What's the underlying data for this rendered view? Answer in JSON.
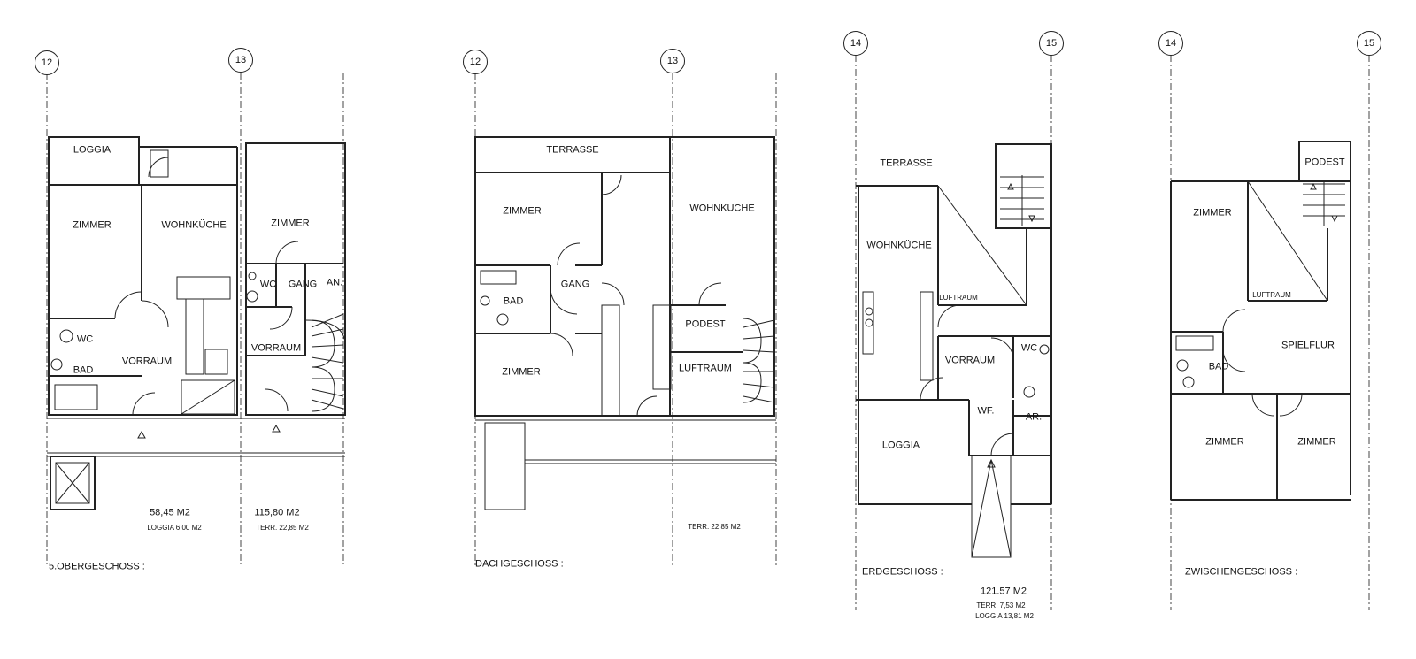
{
  "plans": {
    "obergeschoss": {
      "title": "5.OBERGESCHOSS :",
      "axes": [
        "12",
        "13"
      ],
      "rooms": {
        "loggia": "LOGGIA",
        "zimmer_a": "ZIMMER",
        "wohnkueche": "WOHNKÜCHE",
        "zimmer_b": "ZIMMER",
        "wc_a": "WC",
        "gang": "GANG",
        "an": "AN.",
        "wc_b": "WC",
        "bad": "BAD",
        "vorraum_a": "VORRAUM",
        "vorraum_b": "VORRAUM"
      },
      "area_a": "58,45 M2",
      "area_a_sub": "LOGGIA 6,00 M2",
      "area_b": "115,80 M2",
      "area_b_sub": "TERR. 22,85 M2"
    },
    "dachgeschoss": {
      "title": "DACHGESCHOSS :",
      "axes": [
        "12",
        "13"
      ],
      "rooms": {
        "terrasse": "TERRASSE",
        "zimmer_a": "ZIMMER",
        "wohnkueche": "WOHNKÜCHE",
        "bad": "BAD",
        "gang": "GANG",
        "podest": "PODEST",
        "zimmer_b": "ZIMMER",
        "luftraum": "LUFTRAUM"
      },
      "terr": "TERR. 22,85 M2"
    },
    "erdgeschoss": {
      "title": "ERDGESCHOSS :",
      "axes": [
        "14",
        "15"
      ],
      "rooms": {
        "terrasse": "TERRASSE",
        "wohnkueche": "WOHNKÜCHE",
        "luftraum": "LUFTRAUM",
        "vorraum": "VORRAUM",
        "wc": "WC",
        "wf": "WF.",
        "ar": "AR.",
        "loggia": "LOGGIA"
      },
      "area": "121.57 M2",
      "terr": "TERR. 7,53 M2",
      "loggia_area": "LOGGIA 13,81 M2"
    },
    "zwischengeschoss": {
      "title": "ZWISCHENGESCHOSS :",
      "axes": [
        "14",
        "15"
      ],
      "rooms": {
        "podest": "PODEST",
        "zimmer_a": "ZIMMER",
        "luftraum": "LUFTRAUM",
        "spielflur": "SPIELFLUR",
        "bad": "BAD",
        "zimmer_b": "ZIMMER",
        "zimmer_c": "ZIMMER"
      }
    }
  }
}
